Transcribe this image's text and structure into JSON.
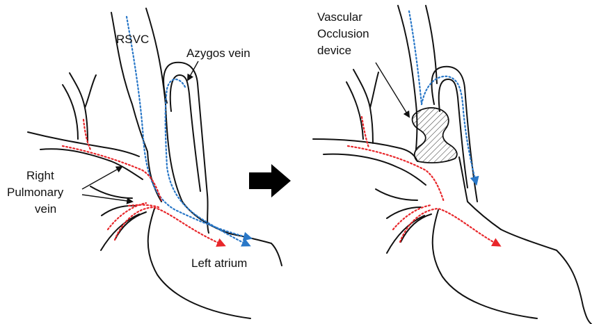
{
  "left_panel": {
    "labels": {
      "rsvc": "RSVC",
      "azygos": "Azygos vein",
      "pulmonary_line1": "Right",
      "pulmonary_line2": "Pulmonary",
      "pulmonary_line3": "vein",
      "atrium": "Left atrium"
    }
  },
  "right_panel": {
    "labels": {
      "device_line1": "Vascular",
      "device_line2": "Occlusion",
      "device_line3": "device"
    }
  },
  "colors": {
    "pulmonary_flow": "#e8262a",
    "venous_flow": "#2a78c8",
    "outline": "#111111",
    "arrow": "#000000"
  }
}
